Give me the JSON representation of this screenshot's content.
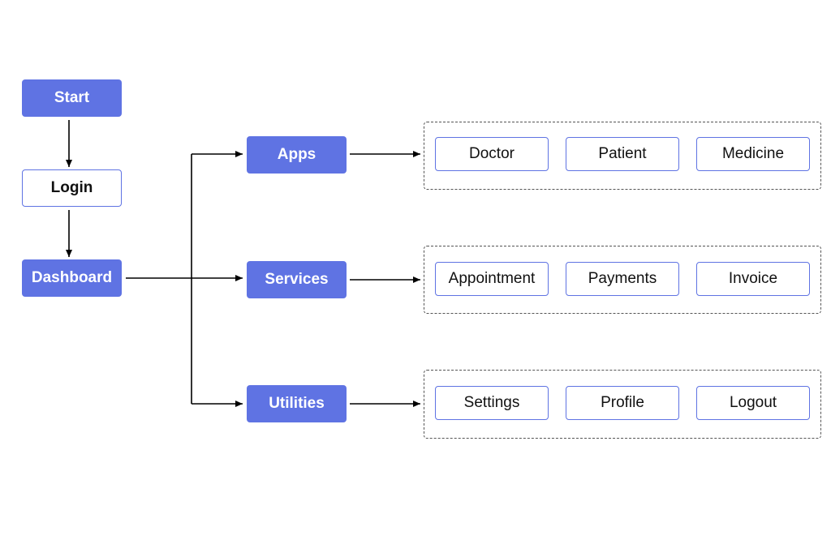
{
  "colors": {
    "primary": "#5f73e3",
    "text_dark": "#111111",
    "text_light": "#ffffff",
    "connector": "#000000",
    "group_border": "#555555"
  },
  "flow": {
    "start": "Start",
    "login": "Login",
    "dashboard": "Dashboard"
  },
  "categories": {
    "apps": "Apps",
    "services": "Services",
    "utilities": "Utilities"
  },
  "groups": {
    "apps": [
      "Doctor",
      "Patient",
      "Medicine"
    ],
    "services": [
      "Appointment",
      "Payments",
      "Invoice"
    ],
    "utilities": [
      "Settings",
      "Profile",
      "Logout"
    ]
  }
}
